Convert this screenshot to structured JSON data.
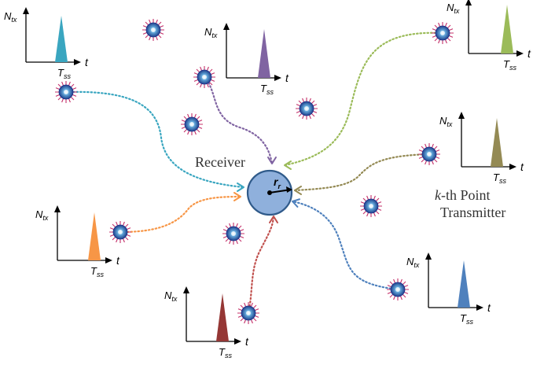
{
  "receiver": {
    "label": "Receiver",
    "radius_symbol": "r",
    "radius_subscript": "r",
    "fill": "#8fb0dc",
    "stroke": "#2f5a8a"
  },
  "transmitter_label": {
    "line1_italic": "k",
    "line1_rest": "-th Point",
    "line2": "Transmitter"
  },
  "plot_labels": {
    "y_symbol": "N",
    "y_subscript": "tx",
    "x_symbol": "t",
    "tick_symbol": "T",
    "tick_subscript": "ss"
  },
  "plots": [
    {
      "id": "top-left",
      "color": "#3aa6c0"
    },
    {
      "id": "top-middle",
      "color": "#8064a2"
    },
    {
      "id": "top-right",
      "color": "#9bbb59"
    },
    {
      "id": "middle-right",
      "color": "#948a54"
    },
    {
      "id": "left",
      "color": "#f79646"
    },
    {
      "id": "bottom",
      "color": "#953735"
    },
    {
      "id": "bottom-right",
      "color": "#4f81bd"
    }
  ],
  "arrows": [
    {
      "id": "cyan",
      "color": "#3aa6c0"
    },
    {
      "id": "purple",
      "color": "#8064a2"
    },
    {
      "id": "green",
      "color": "#9bbb59"
    },
    {
      "id": "olive",
      "color": "#948a54"
    },
    {
      "id": "orange",
      "color": "#f79646"
    },
    {
      "id": "red",
      "color": "#c0504d"
    },
    {
      "id": "blue",
      "color": "#4f81bd"
    }
  ],
  "molecule_icon": "spiky-molecule-icon"
}
